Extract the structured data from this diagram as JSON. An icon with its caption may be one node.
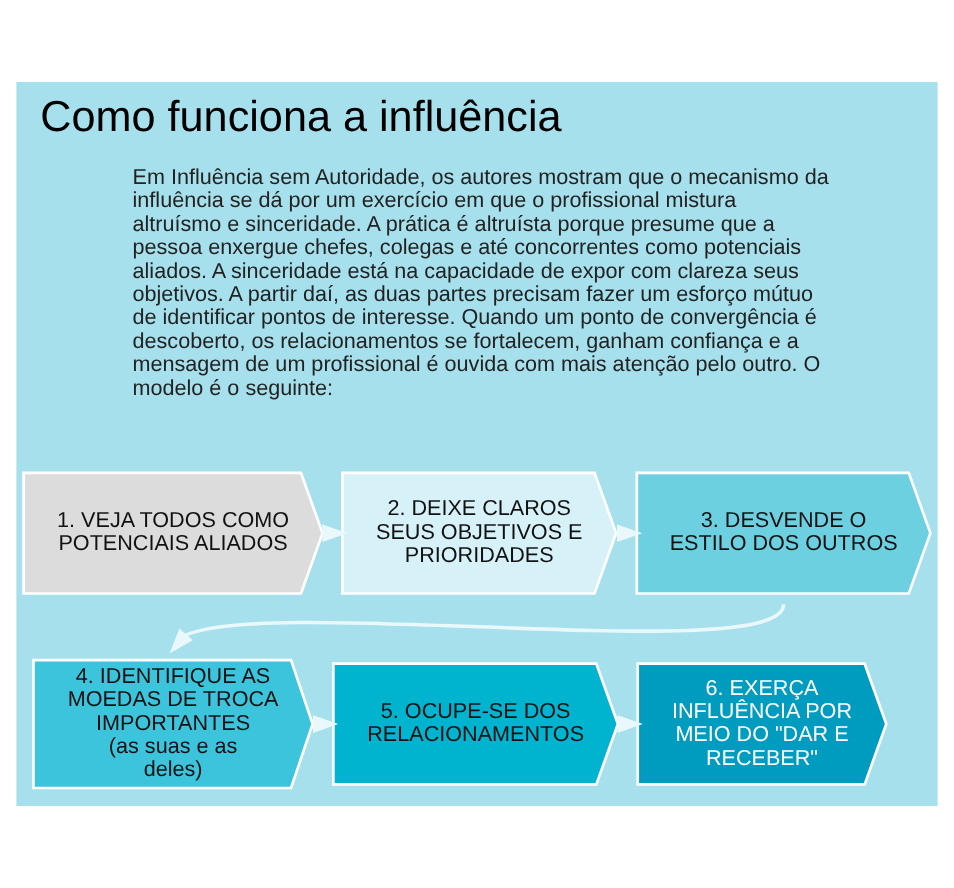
{
  "diagram": {
    "title": "Como funciona a influência",
    "nodes": [
      {
        "text": [
          "1. VEJA TODOS COMO POTENCIAIS ALIADOS"
        ]
      },
      {
        "text": [
          "2. DEIXE CLAROS SEUS OBJETIVOS E PRIORIDADES"
        ]
      },
      {
        "text": [
          "3. DESVENDE O ESTILO DOS OUTROS"
        ]
      },
      {
        "text": [
          "4. IDENTIFIQUE AS MOEDAS DE TROCA IMPORTANTES",
          "(as suas e as deles)"
        ]
      },
      {
        "text": [
          "5. OCUPE-SE DOS RELACIONAMENTOS"
        ]
      },
      {
        "text": [
          "6. EXERÇA INFLUÊNCIA POR MEIO DO \"DAR E RECEBER\""
        ]
      }
    ],
    "edges": [
      {
        "from": 0,
        "to": 1,
        "arrow": "to"
      },
      {
        "from": 1,
        "to": 2,
        "arrow": "to"
      },
      {
        "from": 2,
        "to": 3,
        "arrow": "to"
      },
      {
        "from": 3,
        "to": 4,
        "arrow": "to"
      },
      {
        "from": 4,
        "to": 5,
        "arrow": "to"
      }
    ],
    "labels": [
      "Em Influência sem Autoridade, os autores mostram que o mecanismo da influência se dá por um exercício em que o profissional mistura altruísmo e sinceridade. A prática é altruísta porque presume que a pessoa enxergue chefes, colegas e até concorrentes como potenciais aliados. A sinceridade está na capacidade de expor com clareza seus objetivos. A partir daí, as duas partes precisam fazer um esforço mútuo de identificar pontos de interesse. Quando um ponto de convergência é descoberto, os relacionamentos se fortalecem, ganham confiança e a mensagem de um profissional é ouvida com mais atenção pelo outro. O modelo é o seguinte:"
    ]
  }
}
